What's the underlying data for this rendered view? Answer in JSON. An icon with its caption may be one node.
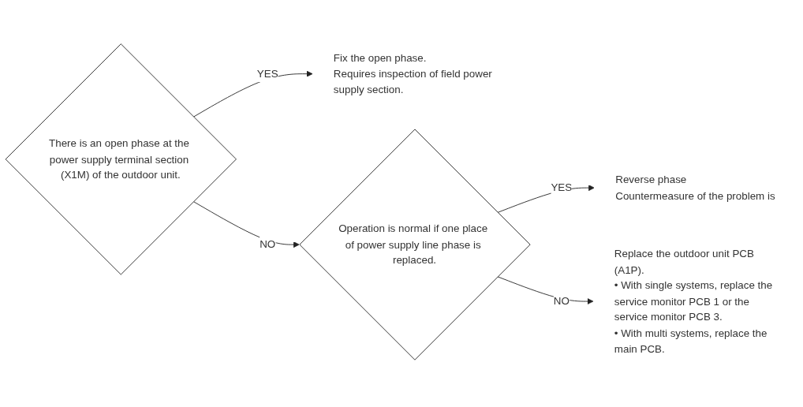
{
  "diagram": {
    "nodes": [
      {
        "text": [
          "There is an open phase at the power supply terminal section (X1M) of the outdoor unit."
        ]
      },
      {
        "text": [
          "Fix the open phase.",
          "Requires inspection of field power supply section."
        ]
      },
      {
        "text": [
          "Operation is normal if one place of power supply line phase is replaced."
        ]
      },
      {
        "text": [
          "Reverse phase",
          "Countermeasure of the problem is"
        ]
      },
      {
        "text": [
          "Replace the outdoor unit PCB (A1P).",
          "• With single systems, replace the service monitor PCB 1 or the service monitor PCB 3.",
          "• With multi systems, replace the main PCB."
        ]
      }
    ],
    "edges": [
      {
        "from": 0,
        "to": 1,
        "arrow": "to",
        "label": "YES"
      },
      {
        "from": 0,
        "to": 2,
        "arrow": "to",
        "label": "NO"
      },
      {
        "from": 2,
        "to": 3,
        "arrow": "to",
        "label": "YES"
      },
      {
        "from": 2,
        "to": 4,
        "arrow": "to",
        "label": "NO"
      }
    ]
  }
}
